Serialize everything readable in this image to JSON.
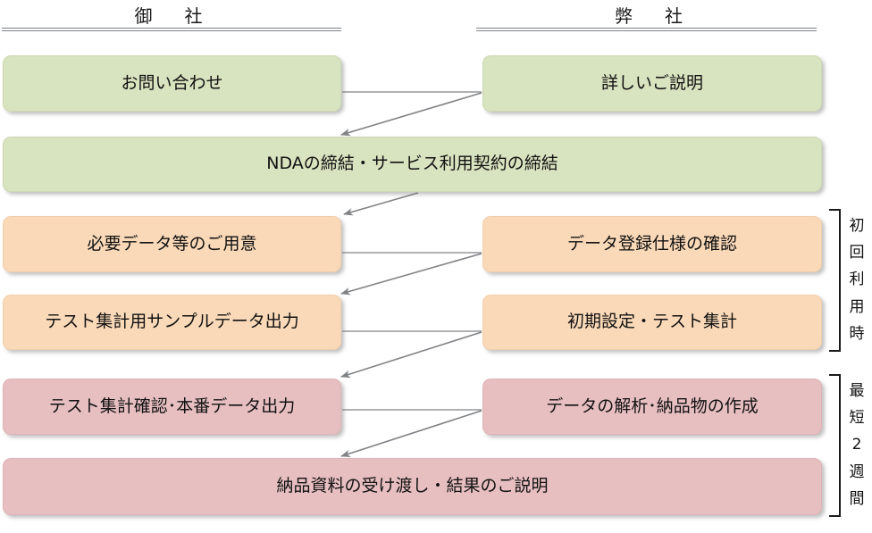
{
  "columns": [
    {
      "id": "client",
      "label": "御　社"
    },
    {
      "id": "vendor",
      "label": "弊　社"
    }
  ],
  "boxes": [
    {
      "id": "inquiry",
      "label": "お問い合わせ",
      "color": "green",
      "column": "client",
      "span": "half"
    },
    {
      "id": "explanation",
      "label": "詳しいご説明",
      "color": "green",
      "column": "vendor",
      "span": "half"
    },
    {
      "id": "nda",
      "label": "NDAの締結・サービス利用契約の締結",
      "color": "green",
      "column": "both",
      "span": "full"
    },
    {
      "id": "prepare-data",
      "label": "必要データ等のご用意",
      "color": "orange",
      "column": "client",
      "span": "half"
    },
    {
      "id": "spec-check",
      "label": "データ登録仕様の確認",
      "color": "orange",
      "column": "vendor",
      "span": "half"
    },
    {
      "id": "sample-output",
      "label": "テスト集計用サンプルデータ出力",
      "color": "orange",
      "column": "client",
      "span": "half"
    },
    {
      "id": "initial-setup",
      "label": "初期設定・テスト集計",
      "color": "orange",
      "column": "vendor",
      "span": "half"
    },
    {
      "id": "verify-output",
      "label": "テスト集計確認･本番データ出力",
      "color": "pink",
      "column": "client",
      "span": "half"
    },
    {
      "id": "analysis",
      "label": "データの解析･納品物の作成",
      "color": "pink",
      "column": "vendor",
      "span": "half"
    },
    {
      "id": "delivery",
      "label": "納品資料の受け渡し・結果のご説明",
      "color": "pink",
      "column": "both",
      "span": "full"
    }
  ],
  "brackets": [
    {
      "id": "first-use",
      "chars": [
        "初",
        "回",
        "利",
        "用",
        "時"
      ]
    },
    {
      "id": "min-two-weeks",
      "chars": [
        "最",
        "短",
        "2",
        "週",
        "間"
      ]
    }
  ],
  "colors": {
    "green": "#d8e3bf",
    "orange": "#fad9b8",
    "pink": "#e8bfc1",
    "connector": "#808285",
    "rule": "#7e8287",
    "text": "#111111"
  }
}
